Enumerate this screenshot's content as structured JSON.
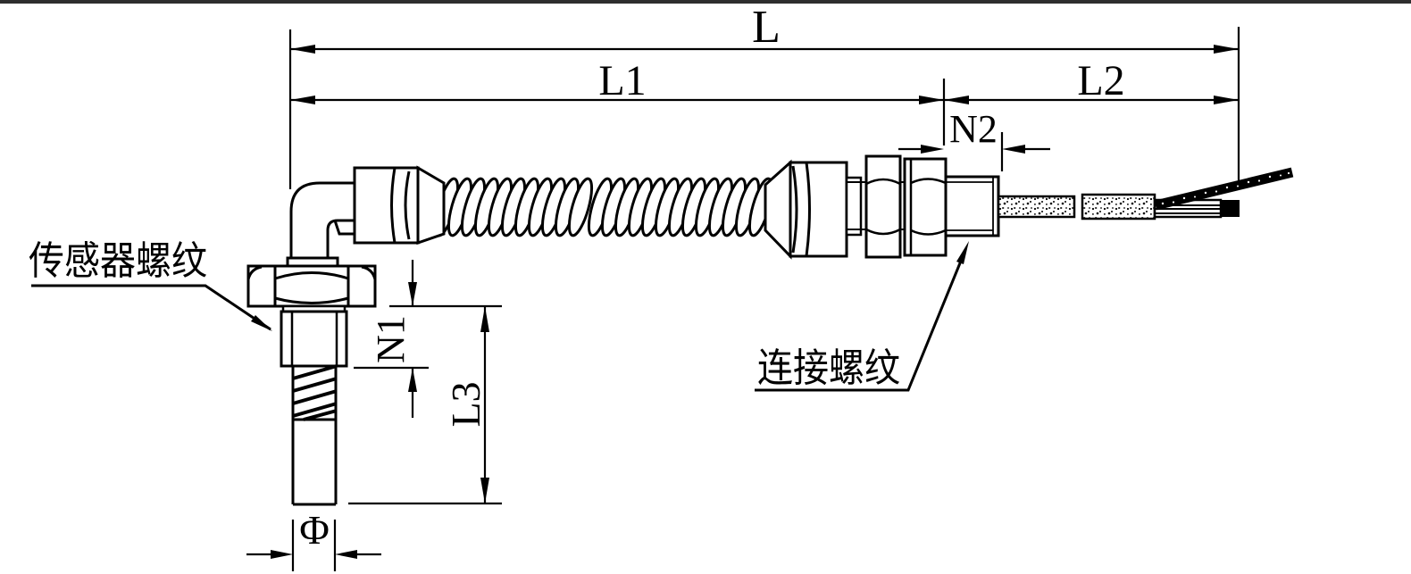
{
  "drawing": {
    "title_hint": "sensor with flexible conduit technical drawing",
    "dimensions": {
      "overall": "L",
      "front_section": "L1",
      "rear_section": "L2",
      "connection_thread_length": "N2",
      "sensor_thread_length": "N1",
      "probe_length": "L3",
      "probe_diameter": "Φ"
    },
    "callouts": {
      "sensor_thread": "传感器螺纹",
      "connection_thread": "连接螺纹"
    },
    "colors": {
      "line": "#000000",
      "background": "#ffffff",
      "top_border": "#2e2e2e"
    }
  }
}
